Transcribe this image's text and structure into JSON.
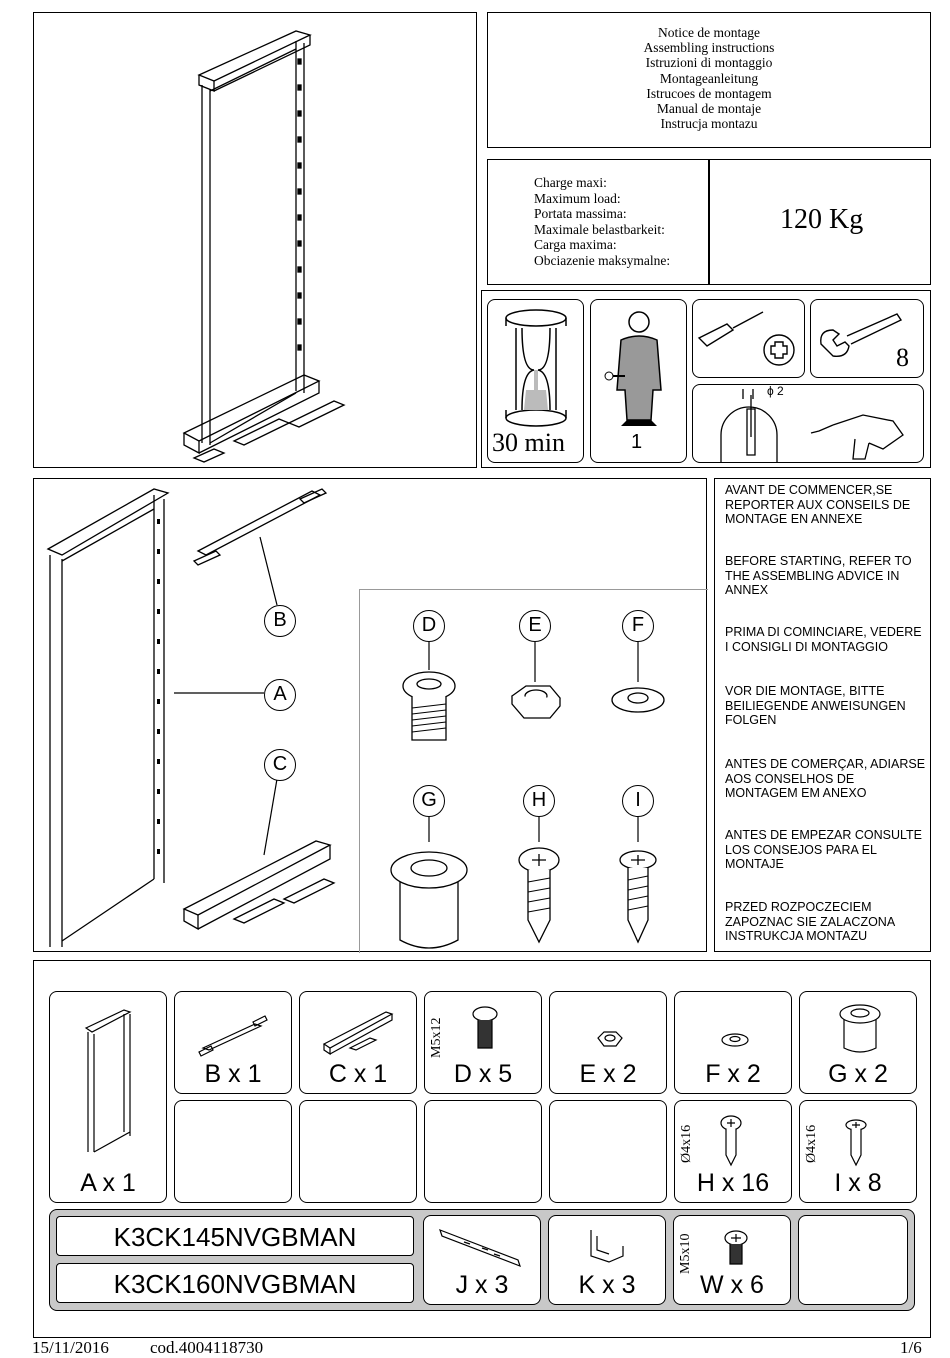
{
  "title_block": {
    "lines": [
      "Notice de montage",
      "Assembling instructions",
      "Istruzioni di montaggio",
      "Montageanleitung",
      "Istrucoes de montagem",
      "Manual de montaje",
      "Instrucja montazu"
    ]
  },
  "load_block": {
    "labels": [
      "Charge maxi:",
      "Maximum load:",
      "Portata massima:",
      "Maximale belastbarkeit:",
      "Carga maxima:",
      "Obciazenie maksymalne:"
    ],
    "value": "120 Kg"
  },
  "tools": {
    "time": "30 min",
    "persons": "1",
    "wrench_size": "8",
    "drill_diameter": "ϕ 2",
    "icons": [
      "hourglass-icon",
      "worker-icon",
      "screwdriver-icon",
      "wrench-icon",
      "drill-icon"
    ]
  },
  "warnings": [
    "AVANT DE COMMENCER,SE REPORTER AUX CONSEILS DE MONTAGE EN ANNEXE",
    "BEFORE STARTING, REFER TO THE ASSEMBLING ADVICE IN ANNEX",
    "PRIMA DI COMINCIARE, VEDERE I CONSIGLI DI MONTAGGIO",
    "VOR DIE MONTAGE, BITTE BEILIEGENDE ANWEISUNGEN FOLGEN",
    "ANTES DE COMERÇAR, ADIARSE AOS CONSELHOS DE MONTAGEM EM ANEXO",
    "ANTES DE EMPEZAR CONSULTE LOS CONSEJOS PARA EL MONTAJE",
    "PRZED ROZPOCZECIEM ZAPOZNAC SIE ZALACZONA INSTRUKCJA MONTAZU"
  ],
  "callouts": {
    "a": "A",
    "b": "B",
    "c": "C",
    "d": "D",
    "e": "E",
    "f": "F",
    "g": "G",
    "h": "H",
    "i": "I"
  },
  "parts": {
    "a": "A  x  1",
    "b": "B  x  1",
    "c": "C  x  1",
    "d": "D  x  5",
    "e": "E  x  2",
    "f": "F  x  2",
    "g": "G  x  2",
    "h": "H  x  16",
    "i": "I  x  8",
    "j": "J  x  3",
    "k": "K  x  3",
    "w": "W  x  6",
    "d_size": "M5x12",
    "h_size": "Ø4x16",
    "i_size": "Ø4x16",
    "w_size": "M5x10"
  },
  "codes": [
    "K3CK145NVGBMAN",
    "K3CK160NVGBMAN"
  ],
  "footer": {
    "date": "15/11/2016",
    "cod": "cod.4004118730",
    "page": "1/6"
  }
}
